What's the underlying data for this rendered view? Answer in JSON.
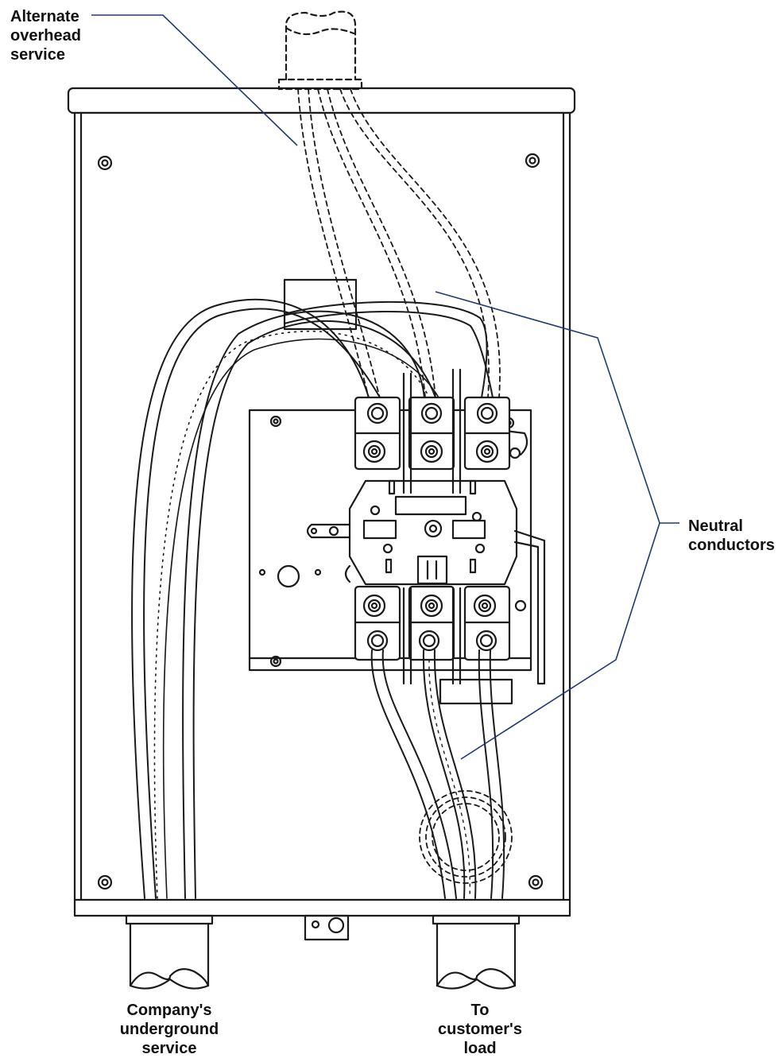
{
  "labels": {
    "alternate_service": [
      "Alternate",
      "overhead",
      "service"
    ],
    "neutral_conductors": [
      "Neutral",
      "conductors"
    ],
    "company_service": [
      "Company's",
      "underground",
      "service"
    ],
    "customer_load": [
      "To",
      "customer's",
      "load"
    ]
  },
  "colors": {
    "line": "#1a1a1a",
    "leader": "#1f3a73",
    "background": "#ffffff"
  },
  "icons": {
    "screw": "screw-icon",
    "terminal_lug": "terminal-lug-icon",
    "conduit": "conduit-icon"
  }
}
